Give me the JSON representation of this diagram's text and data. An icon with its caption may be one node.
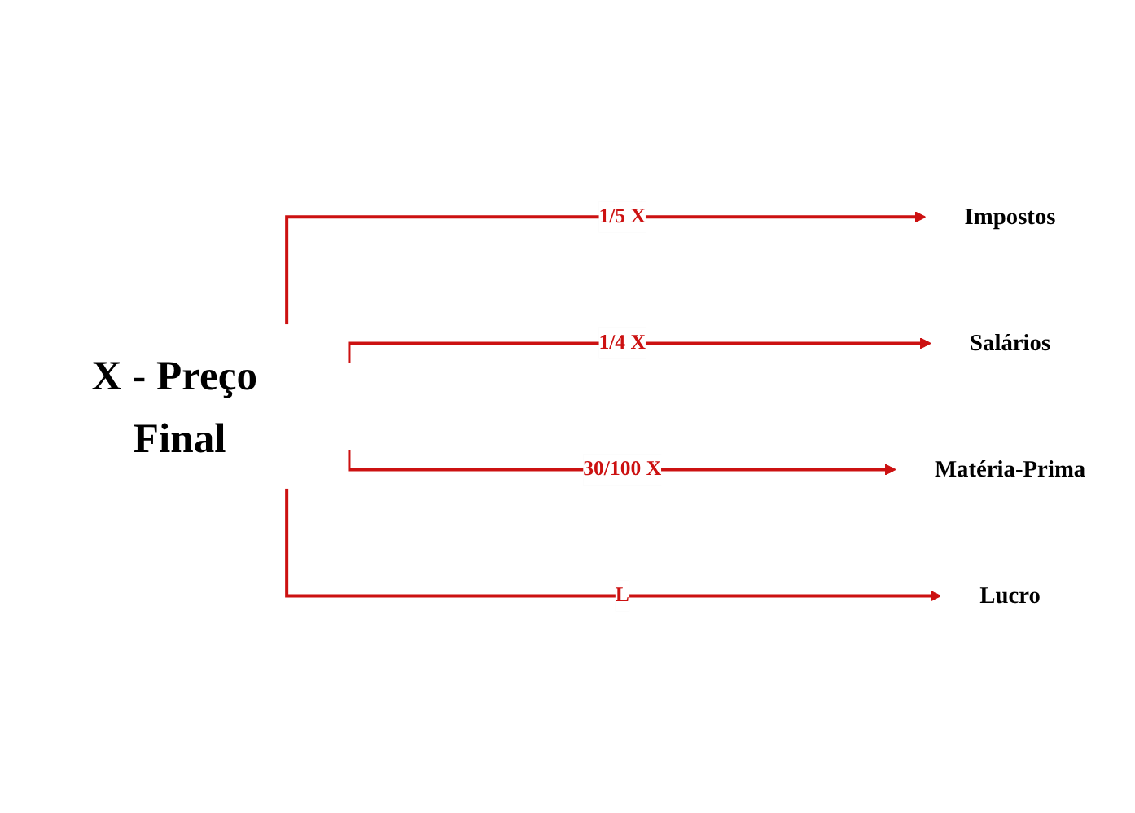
{
  "diagram": {
    "nodes": [
      {
        "text": [
          "X - Preço Final"
        ]
      },
      {
        "text": [
          "Impostos"
        ]
      },
      {
        "text": [
          "Salários"
        ]
      },
      {
        "text": [
          "Matéria-Prima"
        ]
      },
      {
        "text": [
          "Lucro"
        ]
      }
    ],
    "edges": [
      {
        "from": 0,
        "to": 1,
        "arrow": "to",
        "label": "1/5 X"
      },
      {
        "from": 0,
        "to": 2,
        "arrow": "to",
        "label": "1/4 X"
      },
      {
        "from": 0,
        "to": 3,
        "arrow": "to",
        "label": "30/100 X"
      },
      {
        "from": 0,
        "to": 4,
        "arrow": "to",
        "label": "L"
      }
    ]
  }
}
